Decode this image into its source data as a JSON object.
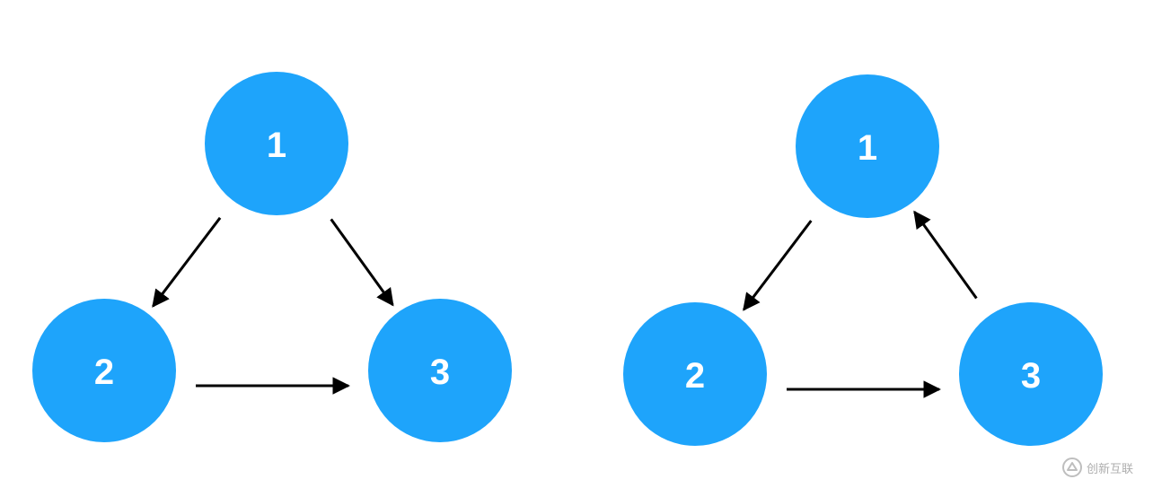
{
  "colors": {
    "node_fill": "#1ea4fb",
    "node_text": "#ffffff",
    "edge": "#000000"
  },
  "diagrams": [
    {
      "nodes": [
        {
          "id": "1",
          "label": "1"
        },
        {
          "id": "2",
          "label": "2"
        },
        {
          "id": "3",
          "label": "3"
        }
      ],
      "edges": [
        {
          "from": "1",
          "to": "2"
        },
        {
          "from": "1",
          "to": "3"
        },
        {
          "from": "2",
          "to": "3"
        }
      ]
    },
    {
      "nodes": [
        {
          "id": "1",
          "label": "1"
        },
        {
          "id": "2",
          "label": "2"
        },
        {
          "id": "3",
          "label": "3"
        }
      ],
      "edges": [
        {
          "from": "1",
          "to": "2"
        },
        {
          "from": "2",
          "to": "3"
        },
        {
          "from": "3",
          "to": "1"
        }
      ]
    }
  ],
  "watermark": {
    "text": "创新互联"
  }
}
